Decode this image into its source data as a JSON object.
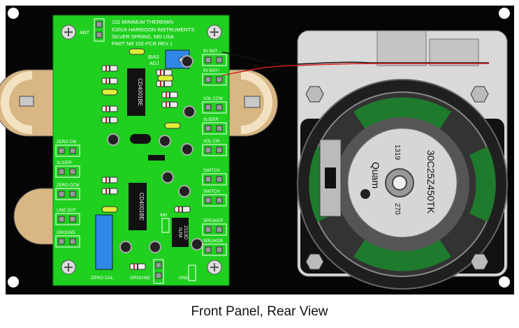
{
  "caption": "Front Panel, Rear View",
  "pcb": {
    "title_lines": [
      "102 MINIMUM THEREMIN",
      "©2016 HARRISON INSTRUMENTS",
      "SILVER SPRING, MD  USA",
      "PART NR 102-PCB   REV 1"
    ],
    "ant_label": "ANT",
    "bias_adj": [
      "BIAS",
      "ADJ"
    ],
    "ic1": "CD4001BE",
    "ic2": "CD4001BE",
    "ic3": [
      "NJM",
      "2113D"
    ],
    "zero_cal": "ZERO CAL",
    "ground_bottom": "GROUND",
    "gnd": "GND",
    "inh": "INH",
    "left_labels": [
      "ZERO CW",
      "SLIDER",
      "ZERO CCW",
      "LINE OUT",
      "GROUND"
    ],
    "right_labels": [
      "9V BAT −",
      "9V BAT+",
      "VOL CCW",
      "SLIDER",
      "VOL CW",
      "SWITCH",
      "SWITCH",
      "SPEAKER",
      "SPEAKER"
    ],
    "colors": {
      "board": "#1fd01f",
      "panel": "#050505",
      "silk": "#ffffff",
      "pot": "#2f88e8",
      "led": "#e0ee3a"
    }
  },
  "speaker": {
    "label_brand": "Quam",
    "label_model": "30C25Z450TK",
    "label_code1": "1319",
    "label_code2": "270"
  }
}
